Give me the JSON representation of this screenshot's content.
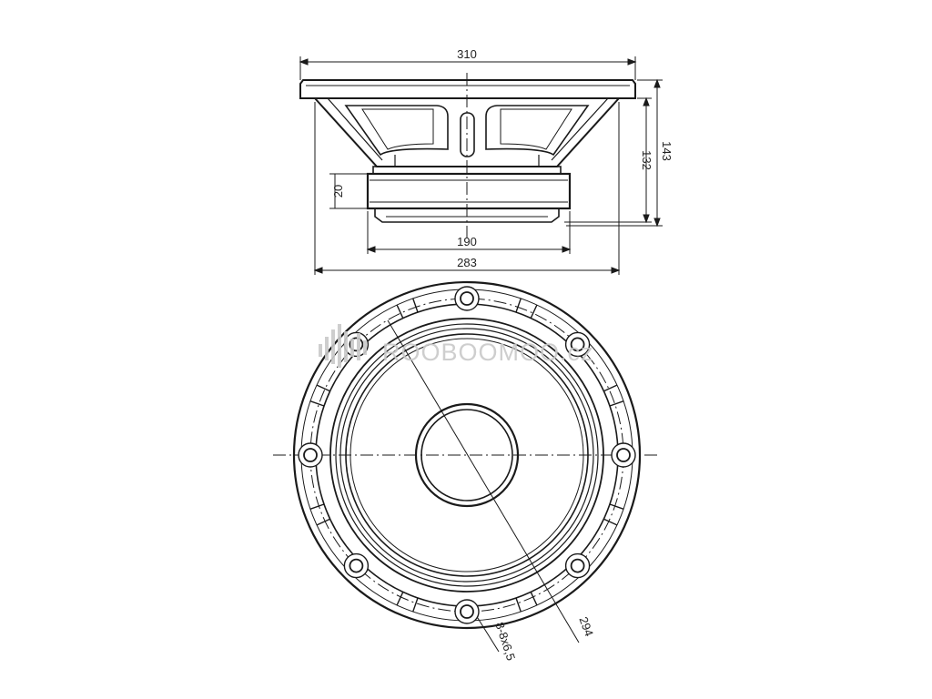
{
  "side_view": {
    "dim_overall_width": "310",
    "dim_basket_width": "283",
    "dim_magnet_width": "190",
    "dim_magnet_height": "20",
    "dim_depth_inner": "132",
    "dim_depth_total": "143"
  },
  "front_view": {
    "dim_mounting_circle": "294",
    "dim_mounting_holes": "8-8x6,5"
  },
  "watermark": {
    "text": "ROOBOOMOO.cz"
  },
  "colors": {
    "line": "#1a1a1a",
    "watermark": "#c9c9c9",
    "background": "#ffffff"
  }
}
